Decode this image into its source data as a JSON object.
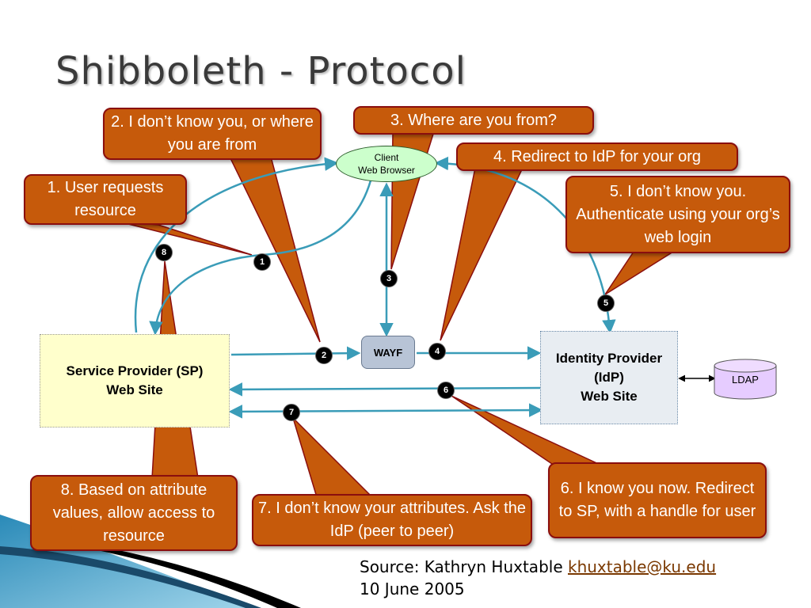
{
  "title": "Shibboleth - Protocol",
  "entities": {
    "client_line1": "Client",
    "client_line2": "Web Browser",
    "sp_line1": "Service Provider (SP)",
    "sp_line2": "Web Site",
    "wayf": "WAYF",
    "idp_line1": "Identity Provider",
    "idp_line2": "(IdP)",
    "idp_line3": "Web Site",
    "ldap": "LDAP"
  },
  "callouts": {
    "c1": "1. User requests resource",
    "c2": "2. I don’t know you, or where you are from",
    "c3": "3. Where are you from?",
    "c4": "4. Redirect to IdP for your org",
    "c5": "5. I don’t know you. Authenticate using your org’s web login",
    "c6": "6. I know you now. Redirect to SP, with a handle for user",
    "c7": "7. I don’t know your attributes. Ask the IdP (peer to peer)",
    "c8": "8. Based on attribute values, allow access to resource"
  },
  "steps": [
    "1",
    "2",
    "3",
    "4",
    "5",
    "6",
    "7",
    "8"
  ],
  "source": {
    "prefix": "Source: Kathryn Huxtable ",
    "email": "khuxtable@ku.edu",
    "date": "10 June 2005"
  },
  "colors": {
    "callout_fill": "#c65a0b",
    "callout_border": "#8a0e0e",
    "arrow": "#3a9cb8",
    "sp_fill": "#ffffcc",
    "client_fill": "#ccffcc",
    "wayf_fill": "#b8c4d6",
    "ldap_fill": "#e6ccff"
  }
}
